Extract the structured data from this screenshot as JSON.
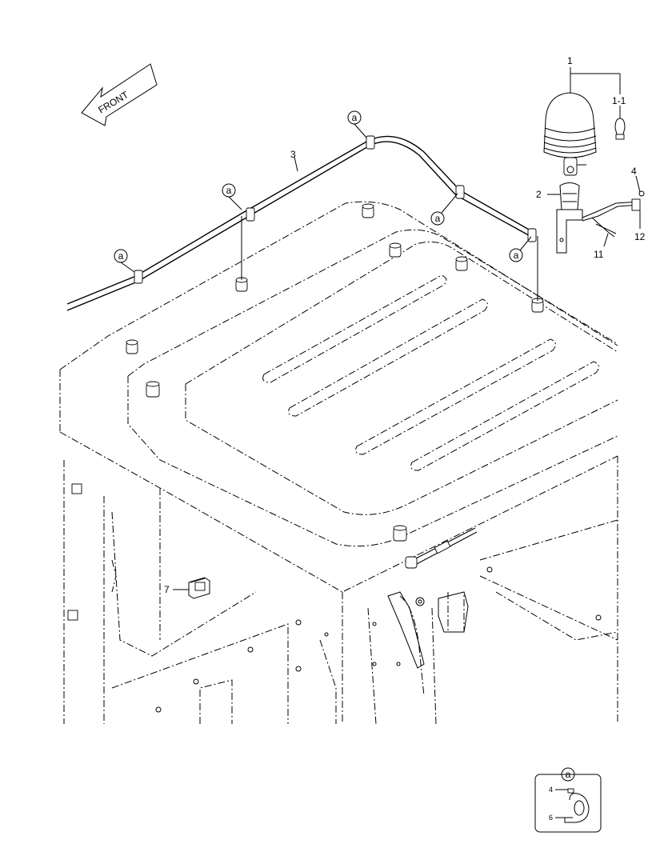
{
  "labels": {
    "front": "FRONT",
    "p1": "1",
    "p1_1": "1-1",
    "p2": "2",
    "p3": "3",
    "p4": "4",
    "p7": "7",
    "p11": "11",
    "p12": "12",
    "detail_4": "4",
    "detail_6": "6",
    "callout": "a"
  },
  "icons": {
    "front_arrow": "front-direction-arrow-icon",
    "beacon": "rotating-beacon-icon",
    "bulb": "bulb-icon",
    "switch": "rocker-switch-icon",
    "clamp": "cable-clamp-icon"
  }
}
